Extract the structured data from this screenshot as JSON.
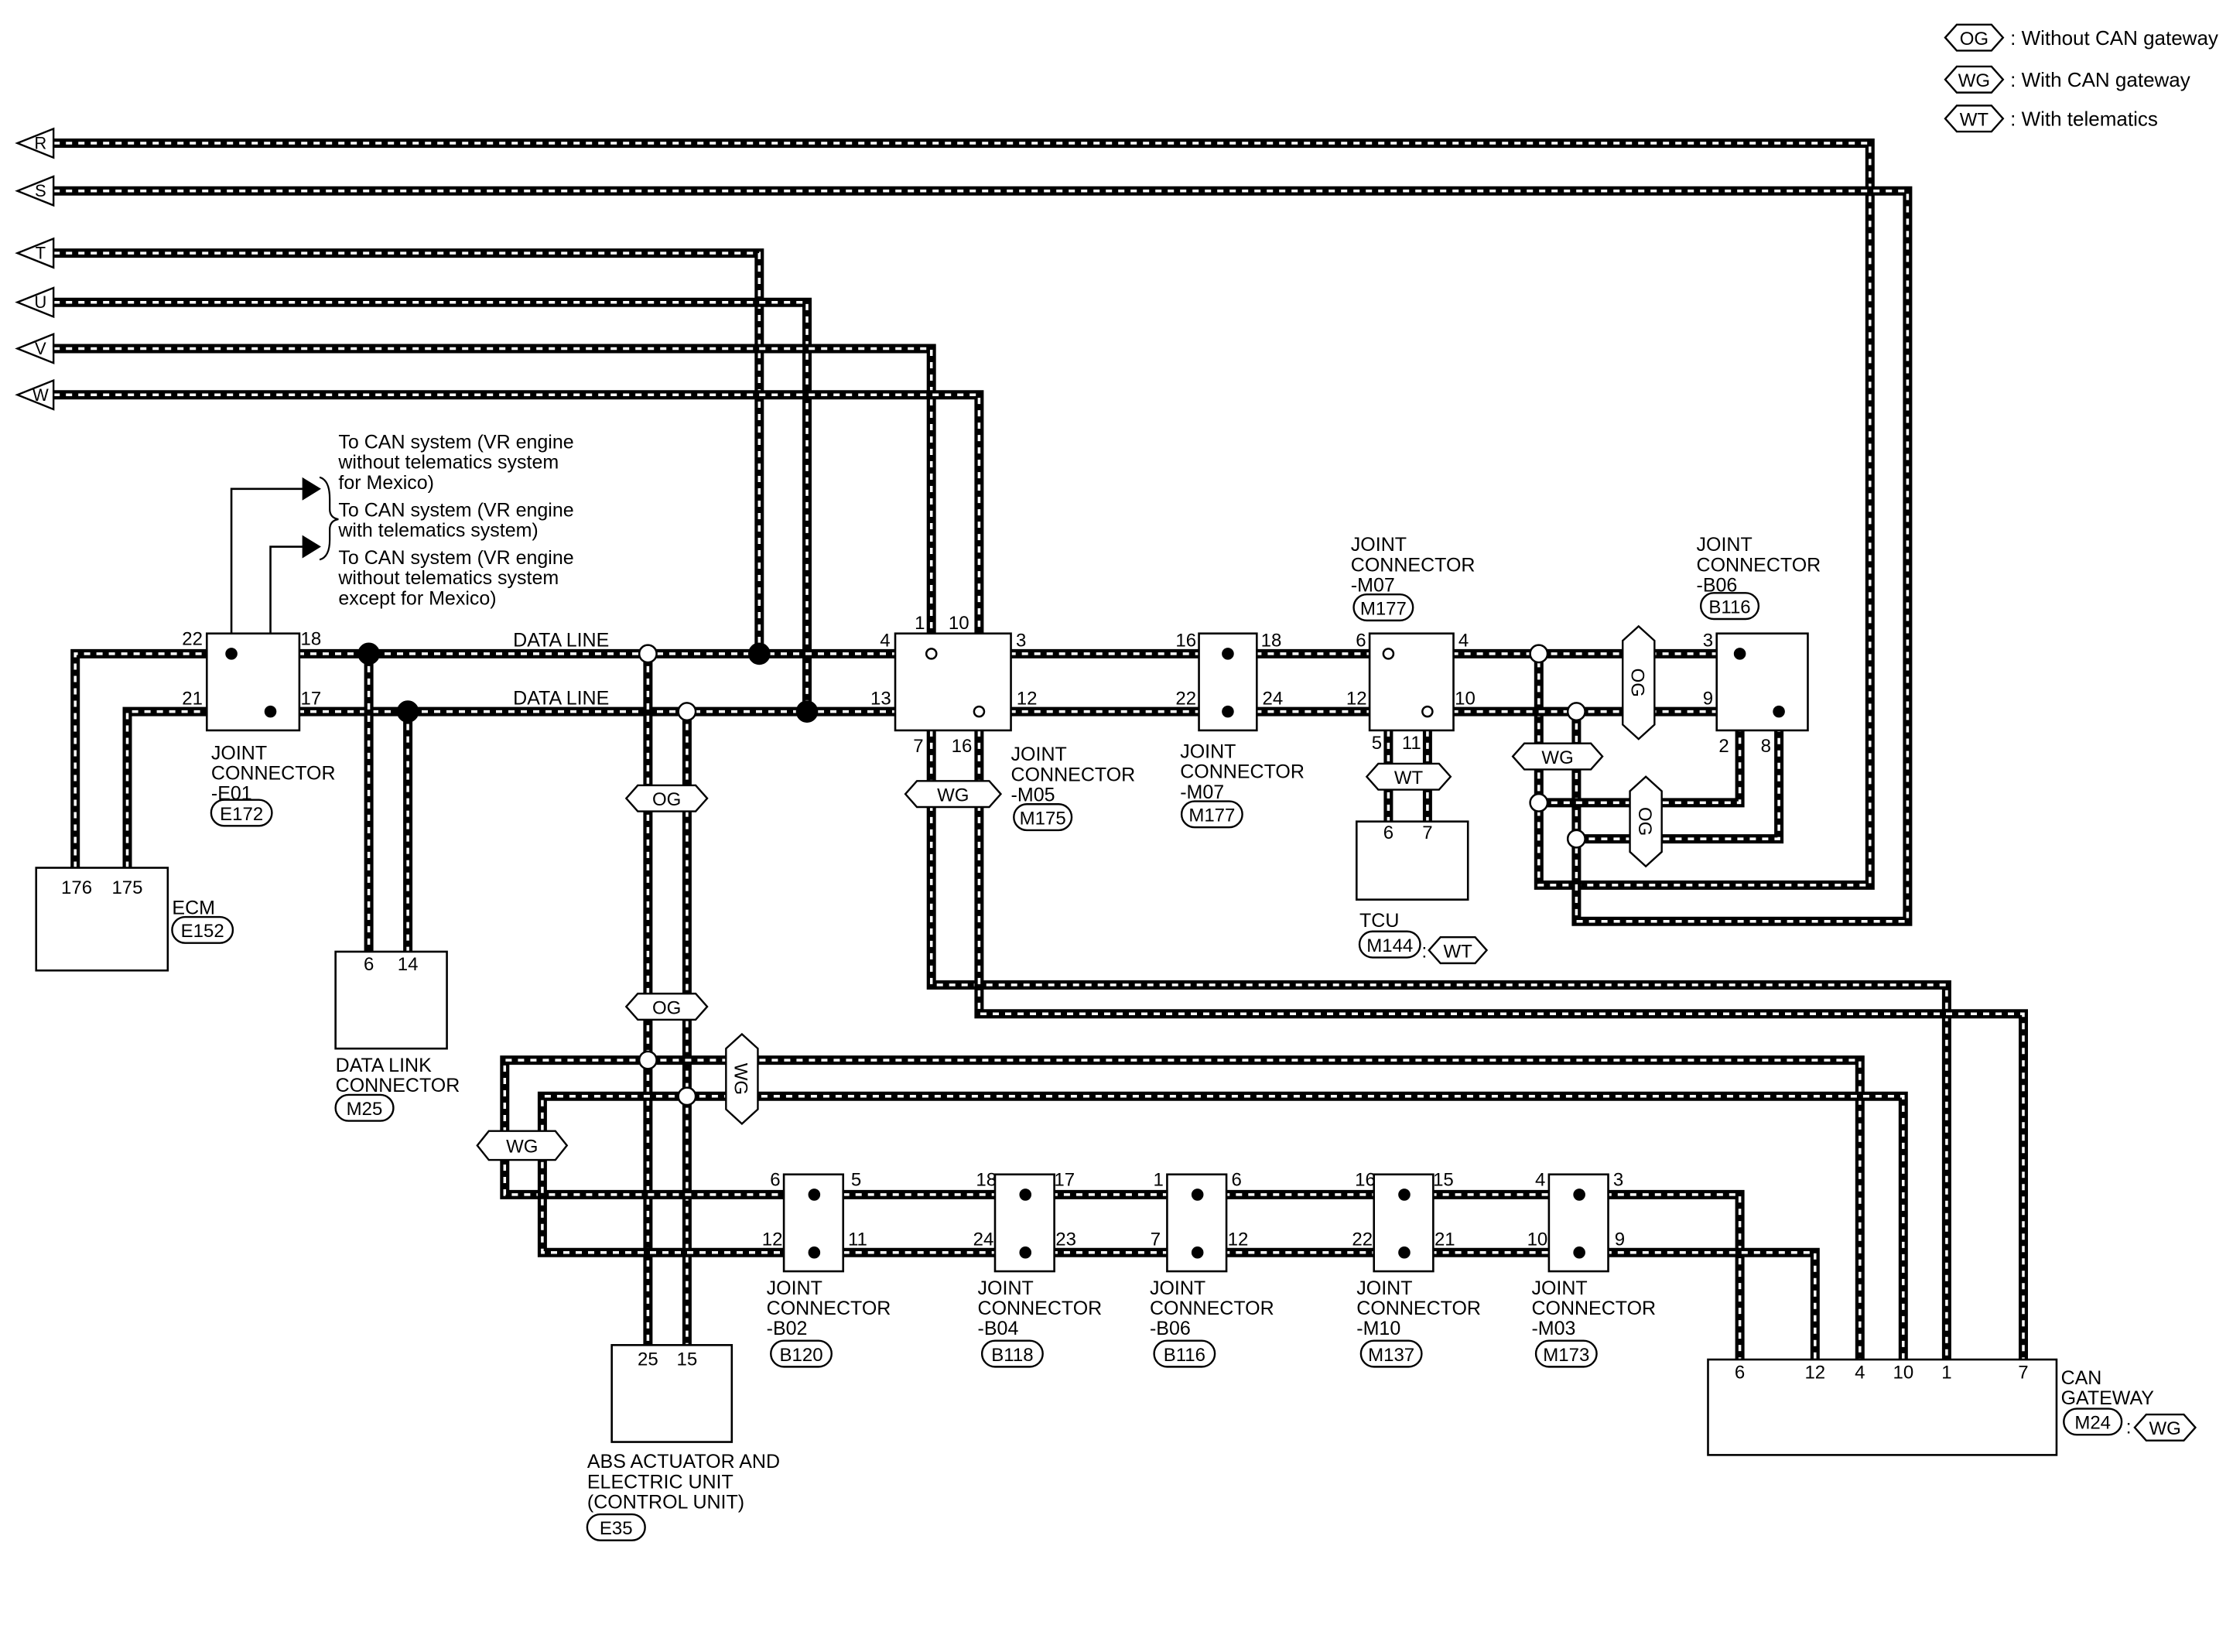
{
  "legend": [
    {
      "tag": "OG",
      "text": ": Without CAN gateway"
    },
    {
      "tag": "WG",
      "text": ": With CAN gateway"
    },
    {
      "tag": "WT",
      "text": ": With telematics"
    }
  ],
  "offsheet": [
    "R",
    "S",
    "T",
    "U",
    "V",
    "W"
  ],
  "note": {
    "a": [
      "To CAN system (VR engine",
      "without telematics system",
      "for Mexico)"
    ],
    "b": [
      "To CAN system (VR engine",
      "with telematics system)"
    ],
    "c": [
      "To CAN system (VR engine",
      "without telematics system",
      "except for Mexico)"
    ]
  },
  "data_line_label": "DATA LINE",
  "joint_connector_e01": {
    "title": [
      "JOINT",
      "CONNECTOR",
      "-E01"
    ],
    "code": "E172",
    "pins": {
      "p22": "22",
      "p18": "18",
      "p21": "21",
      "p17": "17"
    }
  },
  "ecm": {
    "title": "ECM",
    "code": "E152",
    "pins": {
      "p176": "176",
      "p175": "175"
    }
  },
  "data_link_connector": {
    "title": [
      "DATA LINK",
      "CONNECTOR"
    ],
    "code": "M25",
    "pins": {
      "p6": "6",
      "p14": "14"
    }
  },
  "joint_connector_m05": {
    "title": [
      "JOINT",
      "CONNECTOR",
      "-M05"
    ],
    "code": "M175",
    "pins": {
      "p4": "4",
      "p1": "1",
      "p10": "10",
      "p3": "3",
      "p13": "13",
      "p12": "12",
      "p7": "7",
      "p16": "16"
    }
  },
  "joint_connector_m07a": {
    "title": [
      "JOINT",
      "CONNECTOR",
      "-M07"
    ],
    "code": "M177",
    "pins": {
      "p16": "16",
      "p18": "18",
      "p22": "22",
      "p24": "24"
    }
  },
  "joint_connector_m07b": {
    "title": [
      "JOINT",
      "CONNECTOR",
      "-M07"
    ],
    "code": "M177",
    "pins": {
      "p6": "6",
      "p4": "4",
      "p12": "12",
      "p10": "10",
      "p5": "5",
      "p11": "11"
    }
  },
  "tcu": {
    "title": "TCU",
    "code": "M144",
    "tag": "WT",
    "pins": {
      "p6": "6",
      "p7": "7"
    }
  },
  "joint_connector_b06_top": {
    "title": [
      "JOINT",
      "CONNECTOR",
      "-B06"
    ],
    "code": "B116",
    "pins": {
      "p3": "3",
      "p9": "9",
      "p2": "2",
      "p8": "8"
    }
  },
  "abs": {
    "title": [
      "ABS ACTUATOR AND",
      "ELECTRIC UNIT",
      "(CONTROL UNIT)"
    ],
    "code": "E35",
    "pins": {
      "p25": "25",
      "p15": "15"
    }
  },
  "bottom_joints": [
    {
      "title": [
        "JOINT",
        "CONNECTOR",
        "-B02"
      ],
      "code": "B120",
      "pins": [
        "6",
        "5",
        "12",
        "11"
      ]
    },
    {
      "title": [
        "JOINT",
        "CONNECTOR",
        "-B04"
      ],
      "code": "B118",
      "pins": [
        "18",
        "17",
        "24",
        "23"
      ]
    },
    {
      "title": [
        "JOINT",
        "CONNECTOR",
        "-B06"
      ],
      "code": "B116",
      "pins": [
        "1",
        "6",
        "7",
        "12"
      ]
    },
    {
      "title": [
        "JOINT",
        "CONNECTOR",
        "-M10"
      ],
      "code": "M137",
      "pins": [
        "16",
        "15",
        "22",
        "21"
      ]
    },
    {
      "title": [
        "JOINT",
        "CONNECTOR",
        "-M03"
      ],
      "code": "M173",
      "pins": [
        "4",
        "3",
        "10",
        "9"
      ]
    }
  ],
  "can_gateway": {
    "title": [
      "CAN",
      "GATEWAY"
    ],
    "code": "M24",
    "tag": "WG",
    "pins": [
      "6",
      "12",
      "4",
      "10",
      "1",
      "7"
    ]
  },
  "tags": {
    "og": "OG",
    "wg": "WG",
    "wt": "WT"
  }
}
